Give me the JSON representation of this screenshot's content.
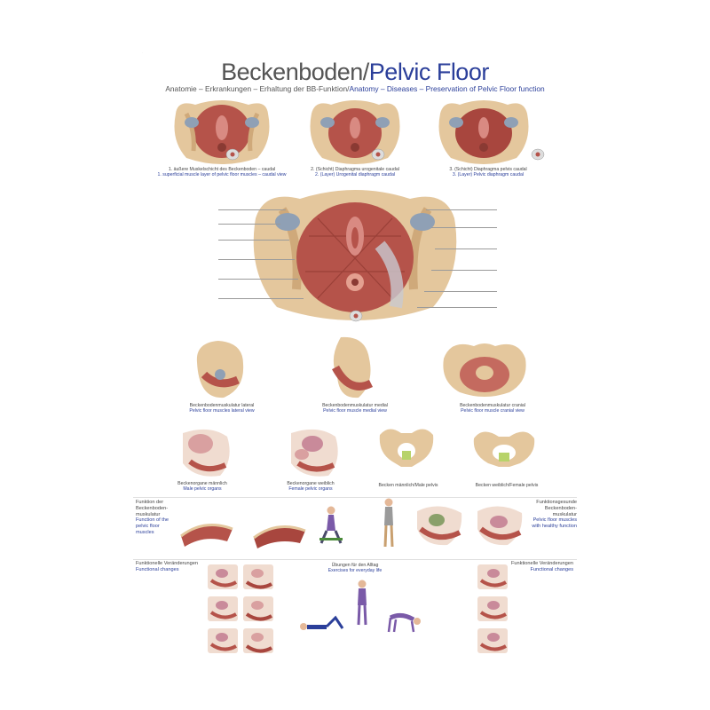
{
  "title": {
    "de": "Beckenboden/",
    "en": "Pelvic Floor"
  },
  "subtitle": {
    "de": "Anatomie – Erkrankungen – Erhaltung der BB-Funktion/",
    "en": "Anatomy – Diseases – Preservation of Pelvic Floor function"
  },
  "top_views": [
    {
      "de": "1. äußere Muskelschicht des Beckenboden – caudal",
      "en": "1. superficial muscle layer of pelvic floor muscles – caudal view"
    },
    {
      "de": "2. (Schicht) Diaphragma urogenitale caudal",
      "en": "2. (Layer) Urogenital diaphragm caudal"
    },
    {
      "de": "3. (Schicht) Diaphragma pelvis caudal",
      "en": "3. (Layer) Pelvic diaphragm caudal"
    }
  ],
  "mid_views": [
    {
      "de": "Beckenbodenmuskulatur lateral",
      "en": "Pelvic floor muscles lateral view"
    },
    {
      "de": "Beckenbodenmuskulatur medial",
      "en": "Pelvic floor muscle medial view"
    },
    {
      "de": "Beckenbodenmuskulatur cranial",
      "en": "Pelvic floor muscle cranial view"
    }
  ],
  "organ_views": [
    {
      "de": "Beckenorgane männlich",
      "en": "Male pelvic organs"
    },
    {
      "de": "Beckenorgane weiblich",
      "en": "Female pelvic organs"
    },
    {
      "de": "",
      "en": "Becken männlich/Male pelvis"
    },
    {
      "de": "",
      "en": "Becken weiblich/Female pelvis"
    }
  ],
  "function_left": {
    "de": "Funktion der Beckenboden-muskulatur",
    "en": "Function of the pelvic floor muscles"
  },
  "function_right": {
    "de": "Funktionsgesunde Beckenboden-muskulatur",
    "en": "Pelvic floor muscles with healthy function"
  },
  "changes_left": {
    "de": "Funktionelle Veränderungen",
    "en": "Functional changes"
  },
  "changes_right": {
    "de": "Funktionelle Veränderungen",
    "en": "Functional changes"
  },
  "exercises": {
    "de": "Übungen für den Alltag",
    "en": "Exercises for everyday life"
  },
  "colors": {
    "muscle": "#b5534a",
    "bone": "#e4c79d",
    "english_text": "#2b3f9a",
    "german_text": "#555555"
  }
}
